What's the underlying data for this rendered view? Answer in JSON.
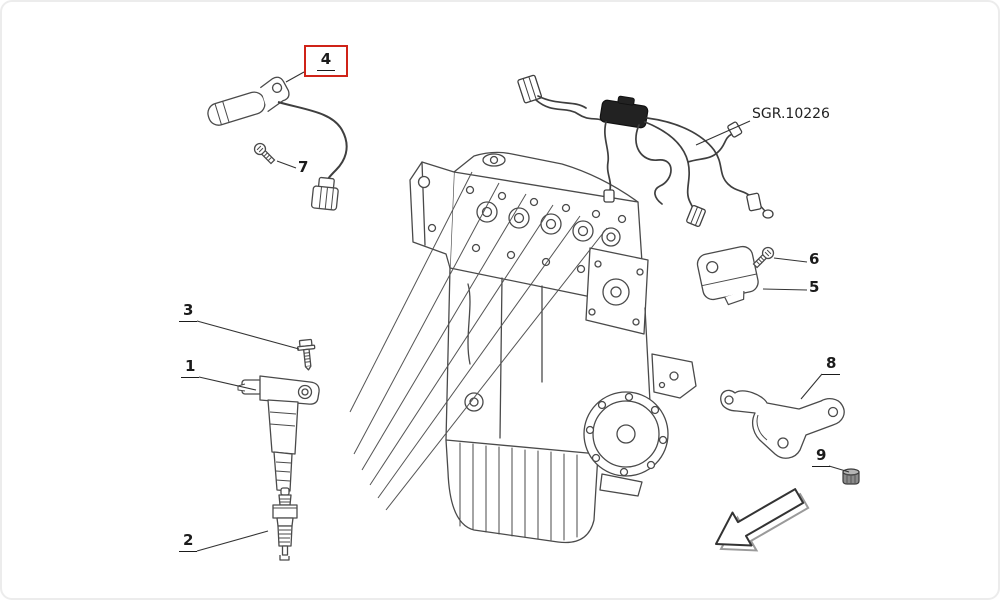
{
  "diagram": {
    "type": "engine-exploded-parts-diagram",
    "reference_code": "SGR.10226",
    "highlight_color": "#cf2318",
    "line_color": "#4a4a4a",
    "direction_arrow": "down-left",
    "callouts": [
      {
        "label": "4",
        "highlighted": true
      },
      {
        "label": "7",
        "highlighted": false
      },
      {
        "label": "6",
        "highlighted": false
      },
      {
        "label": "5",
        "highlighted": false
      },
      {
        "label": "3",
        "highlighted": false
      },
      {
        "label": "1",
        "highlighted": false
      },
      {
        "label": "2",
        "highlighted": false
      },
      {
        "label": "8",
        "highlighted": false
      },
      {
        "label": "9",
        "highlighted": false
      }
    ]
  }
}
